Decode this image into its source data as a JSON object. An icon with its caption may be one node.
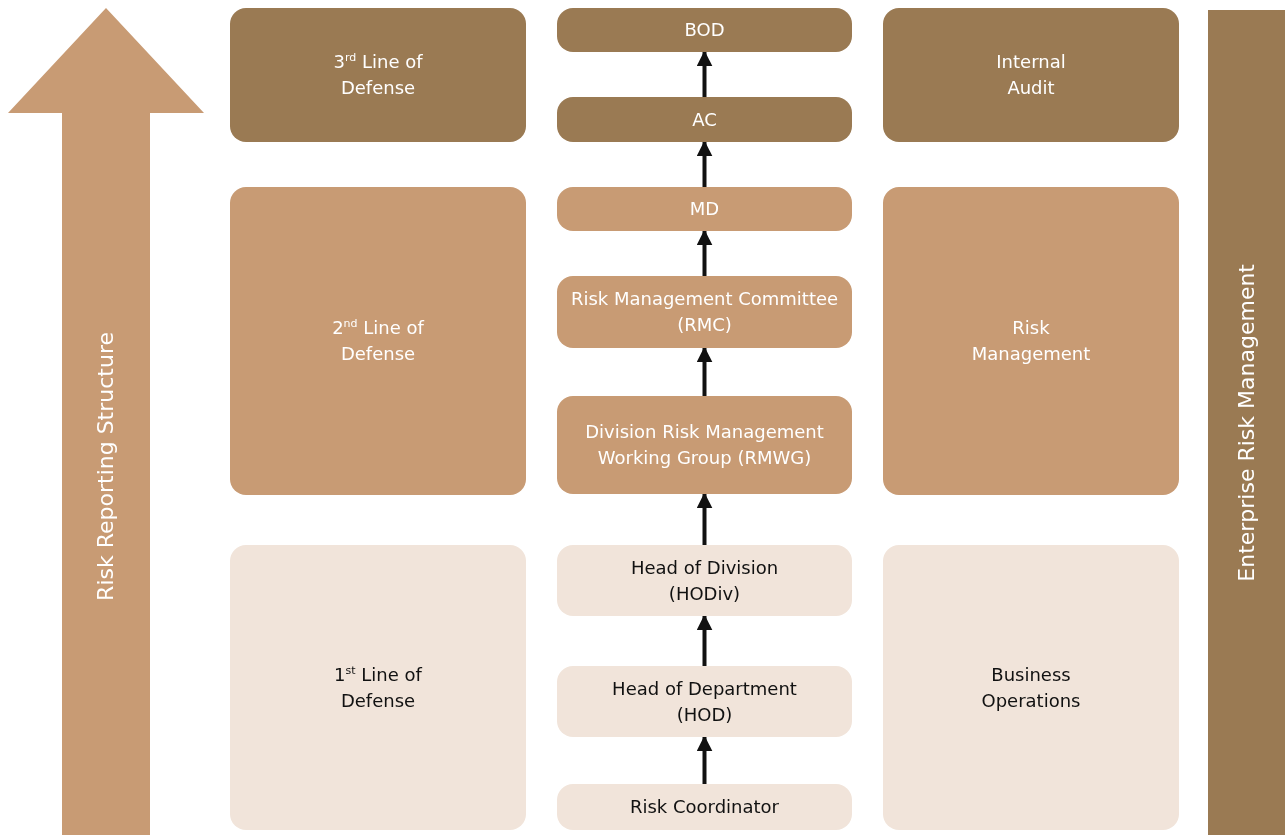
{
  "diagram": {
    "nodes": [
      {
        "text": [
          "Risk Reporting Structure"
        ]
      },
      {
        "text": [
          "3$^{rd}$ Line of Defense"
        ]
      },
      {
        "text": [
          "BOD"
        ]
      },
      {
        "text": [
          "Internal Audit"
        ]
      },
      {
        "text": [
          "Enterprise Risk Management"
        ]
      },
      {
        "text": [
          "AC"
        ]
      },
      {
        "text": [
          "2$^{nd}$ Line of Defense"
        ]
      },
      {
        "text": [
          "MD"
        ]
      },
      {
        "text": [
          "Risk Management"
        ]
      },
      {
        "text": [
          "Risk Management Committee (RMC)"
        ]
      },
      {
        "text": [
          "Division Risk Management Working Group (RMWG)"
        ]
      },
      {
        "text": [
          "1$^{st}$ Line of Defense"
        ]
      },
      {
        "text": [
          "Head of Division (HODiv)"
        ]
      },
      {
        "text": [
          "Business Operations"
        ]
      },
      {
        "text": [
          "Head of Department (HOD)"
        ]
      },
      {
        "text": [
          "Risk Coordinator"
        ]
      }
    ],
    "edges": [
      {
        "from": 15,
        "to": 14,
        "arrow": "to"
      },
      {
        "from": 14,
        "to": 12,
        "arrow": "to"
      },
      {
        "from": 12,
        "to": 10,
        "arrow": "to"
      },
      {
        "from": 10,
        "to": 9,
        "arrow": "to"
      },
      {
        "from": 9,
        "to": 7,
        "arrow": "to"
      },
      {
        "from": 7,
        "to": 5,
        "arrow": "to"
      },
      {
        "from": 5,
        "to": 2,
        "arrow": "to"
      }
    ]
  }
}
